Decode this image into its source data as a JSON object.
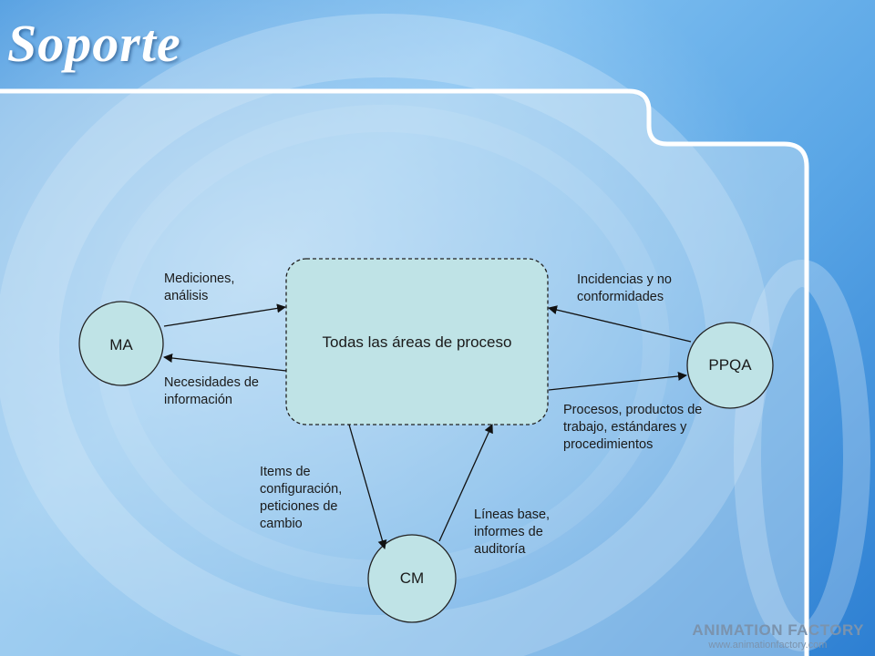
{
  "slide": {
    "title": "Soporte"
  },
  "nodes": {
    "center": "Todas las áreas de proceso",
    "ma": "MA",
    "ppqa": "PPQA",
    "cm": "CM"
  },
  "edge_labels": {
    "ma_to_center": "Mediciones,\nanálisis",
    "center_to_ma": "Necesidades de\ninformación",
    "ppqa_to_center": "Incidencias y no\nconformidades",
    "center_to_ppqa": "Procesos, productos de\ntrabajo, estándares y\nprocedimientos",
    "center_to_cm": "Items de\nconfiguración,\npeticiones de\ncambio",
    "cm_to_center": "Líneas base,\ninformes de\nauditoría"
  },
  "watermark": {
    "title": "ANIMATION FACTORY",
    "url": "www.animationfactory.com"
  }
}
